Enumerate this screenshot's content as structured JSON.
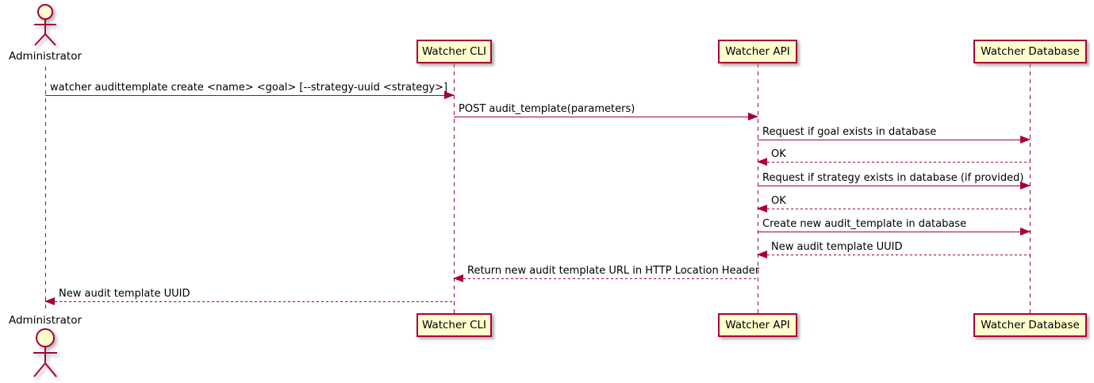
{
  "diagram": {
    "type": "sequence",
    "colors": {
      "participant_fill": "#FEFECE",
      "line_color": "#A80036",
      "text_color": "#000000"
    },
    "actor": {
      "label": "Administrator"
    },
    "participants": [
      {
        "label": "Watcher CLI"
      },
      {
        "label": "Watcher API"
      },
      {
        "label": "Watcher Database"
      }
    ],
    "messages": [
      {
        "from": "Administrator",
        "to": "Watcher CLI",
        "style": "solid",
        "label": "watcher audittemplate create <name> <goal> [--strategy-uuid <strategy>]"
      },
      {
        "from": "Watcher CLI",
        "to": "Watcher API",
        "style": "solid",
        "label": "POST audit_template(parameters)"
      },
      {
        "from": "Watcher API",
        "to": "Watcher Database",
        "style": "solid",
        "label": "Request if goal exists in database"
      },
      {
        "from": "Watcher Database",
        "to": "Watcher API",
        "style": "dashed",
        "label": "OK"
      },
      {
        "from": "Watcher API",
        "to": "Watcher Database",
        "style": "solid",
        "label": "Request if strategy exists in database (if provided)"
      },
      {
        "from": "Watcher Database",
        "to": "Watcher API",
        "style": "dashed",
        "label": "OK"
      },
      {
        "from": "Watcher API",
        "to": "Watcher Database",
        "style": "solid",
        "label": "Create new audit_template in database"
      },
      {
        "from": "Watcher Database",
        "to": "Watcher API",
        "style": "dashed",
        "label": "New audit template UUID"
      },
      {
        "from": "Watcher API",
        "to": "Watcher CLI",
        "style": "dashed",
        "label": "Return new audit template URL in HTTP Location Header"
      },
      {
        "from": "Watcher CLI",
        "to": "Administrator",
        "style": "dashed",
        "label": "New audit template UUID"
      }
    ]
  }
}
